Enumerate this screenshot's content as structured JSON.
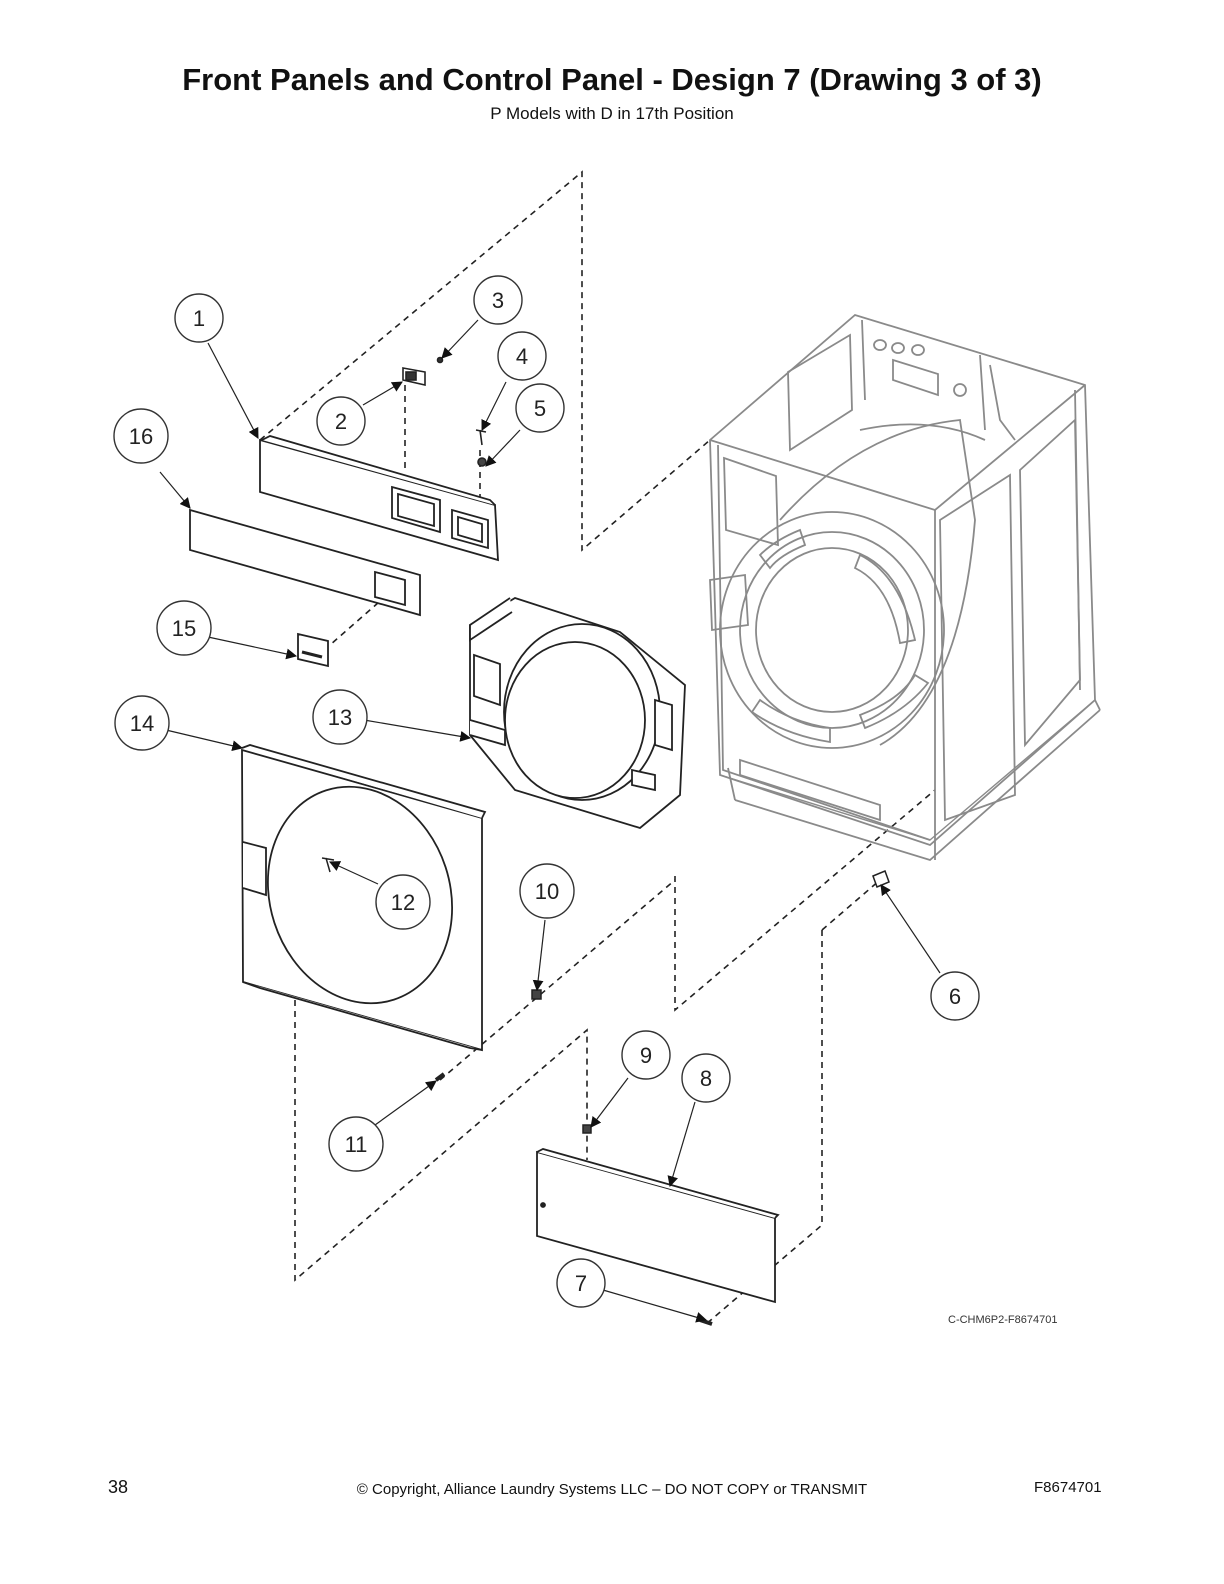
{
  "header": {
    "title": "Front Panels and Control Panel - Design 7 (Drawing 3 of 3)",
    "subtitle": "P Models with D in 17th Position"
  },
  "diagram": {
    "reference_code": "C-CHM6P2-F8674701",
    "callouts": [
      "1",
      "2",
      "3",
      "4",
      "5",
      "6",
      "7",
      "8",
      "9",
      "10",
      "11",
      "12",
      "13",
      "14",
      "15",
      "16"
    ]
  },
  "footer": {
    "page_number": "38",
    "copyright": "© Copyright, Alliance Laundry Systems LLC – DO NOT COPY or TRANSMIT",
    "document_number": "F8674701"
  },
  "colors": {
    "line": "#222222",
    "cabinet": "#8a8a8a",
    "panel_fill": "#ffffff"
  }
}
